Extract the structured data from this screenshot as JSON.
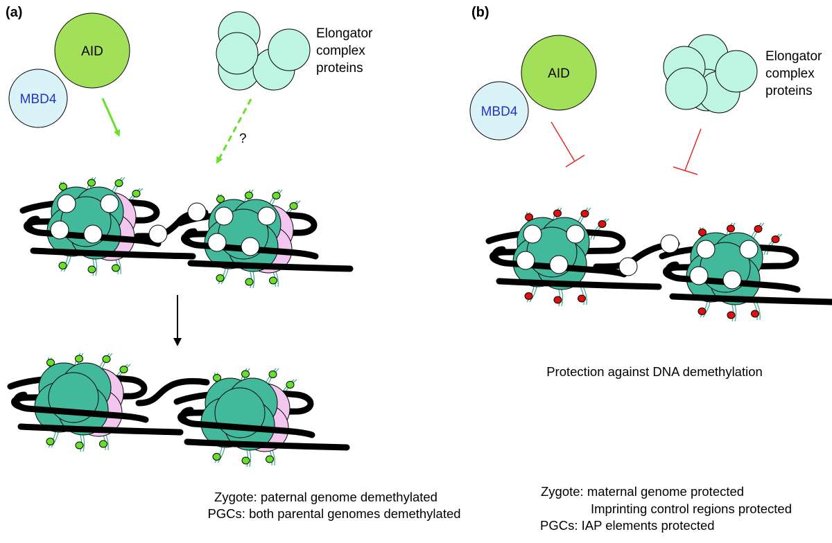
{
  "panel_a": {
    "label": "(a)",
    "aid_label": "AID",
    "mbd4_label": "MBD4",
    "elongator_lines": [
      "Elongator",
      "complex",
      "proteins"
    ],
    "question_mark": "?",
    "caption_lines": [
      "Zygote: paternal genome demethylated",
      "PGCs: both parental genomes demethylated"
    ]
  },
  "panel_b": {
    "label": "(b)",
    "aid_label": "AID",
    "mbd4_label": "MBD4",
    "elongator_lines": [
      "Elongator",
      "complex",
      "proteins"
    ],
    "subtitle": "Protection against DNA demethylation",
    "caption_lines": [
      "Zygote: maternal genome protected",
      "Imprinting control regions protected",
      "PGCs: IAP elements protected"
    ]
  },
  "colors": {
    "aid_fill": "#a3e05a",
    "mbd4_fill": "#d9f3f8",
    "elongator_fill": "#bff5e3",
    "histone_core": "#43b99c",
    "histone_pink": "#f2c6ee",
    "dna": "#000000",
    "green_methyl": "#66e02a",
    "red_methyl": "#e01010",
    "mbd4_text": "#2233cc",
    "inhibit": "#e02a2a",
    "tail": "#3aa58c"
  }
}
